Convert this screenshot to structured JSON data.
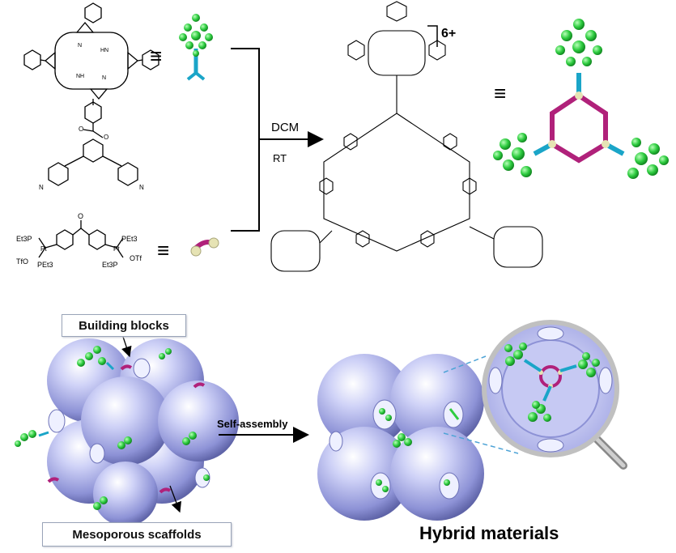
{
  "reaction": {
    "solvent": "DCM",
    "temperature": "RT",
    "charge": "6+"
  },
  "molecule_labels": {
    "pyridine_n": "N",
    "porphyrin_n": "N",
    "porphyrin_hn": "HN",
    "porphyrin_nh": "NH",
    "carbonyl_o": "O",
    "ester_o": "O",
    "pt_left": "Pt",
    "pt_right": "Pt",
    "et3p_top_left": "Et3P",
    "pet3_top_right": "PEt3",
    "tfo_left": "TfO",
    "pet3_left_bottom": "PEt3",
    "et3p_right_bottom": "Et3P",
    "otf_right": "OTf"
  },
  "equivalence_symbol": "≡",
  "process": {
    "building_blocks_label": "Building blocks",
    "mesoporous_label": "Mesoporous scaffolds",
    "self_assembly_label": "Self-assembly",
    "hybrid_label": "Hybrid materials"
  },
  "colors": {
    "porphyrin_green": "#2ecc40",
    "linker_cyan": "#1aa5c8",
    "pt_magenta": "#b0217a",
    "sphere_lavender": "#b9bdf0",
    "sphere_dark": "#6d72b8",
    "dashed_line": "#4da3d6"
  }
}
